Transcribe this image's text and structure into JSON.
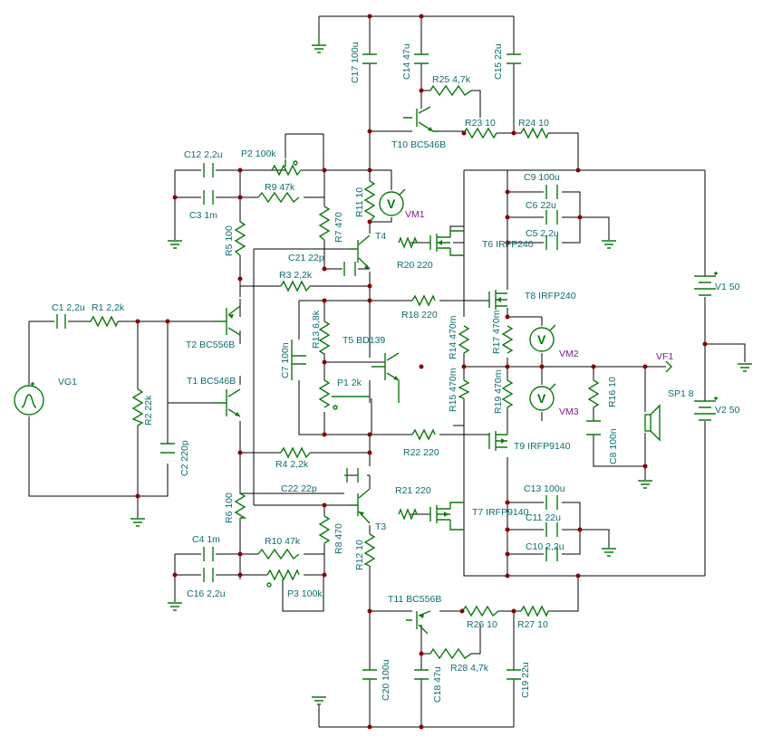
{
  "labels": {
    "C17": "C17 100u",
    "C14": "C14 47u",
    "C15": "C15 22u",
    "R25": "R25 4,7k",
    "R23": "R23 10",
    "R24": "R24 10",
    "T10": "T10 BC546B",
    "C12": "C12 2,2u",
    "P2": "P2 100k",
    "R9": "R9 47k",
    "C3": "C3 1m",
    "R11": "R11 10",
    "VM1": "VM1",
    "R5": "R5 100",
    "R7": "R7 470",
    "T4": "T4",
    "C21": "C21 22p",
    "R3": "R3 2,2k",
    "R20": "R20 220",
    "C9": "C9 100u",
    "C6": "C6 22u",
    "C5": "C5 2,2u",
    "T6": "T6 IRFP240",
    "T8": "T8 IRFP240",
    "V1": "V1 50",
    "C1": "C1 2,2u",
    "R1": "R1 2,2k",
    "VG1": "VG1",
    "T2": "T2 BC556B",
    "R13": "R13 6,8k",
    "C7": "C7 100n",
    "T5": "T5 BD139",
    "R18": "R18 220",
    "R14": "R14 470m",
    "R17": "R17 470m",
    "VM2": "VM2",
    "VF1": "VF1",
    "T1": "T1 BC546B",
    "R2": "R2 22k",
    "C2": "C2 220p",
    "P1": "P1 2k",
    "R15": "R15 470m",
    "R19": "R19 470m",
    "VM3": "VM3",
    "R16": "R16 10",
    "SP1": "SP1 8",
    "V2": "V2 50",
    "C8": "C8 100n",
    "R4": "R4 2,2k",
    "R22": "R22 220",
    "T9": "T9 IRFP9140",
    "R6": "R6 100",
    "C22": "C22 22p",
    "R21": "R21 220",
    "T7": "T7 IRFP9140",
    "C13": "C13 100u",
    "C11": "C11 22u",
    "C10": "C10 2,2u",
    "T3": "T3",
    "R8": "R8 470",
    "C4": "C4 1m",
    "R10": "R10 47k",
    "R12": "R12 10",
    "C16": "C16 2,2u",
    "P3": "P3 100k",
    "T11": "T11 BC556B",
    "R26": "R26 10",
    "R27": "R27 10",
    "R28": "R28 4,7k",
    "C20": "C20 100u",
    "C18": "C18 47u",
    "C19": "C19 22u"
  },
  "meter_symbol": "V",
  "colors": {
    "wire": "#000000",
    "component": "#0a7a0a",
    "label": "#0a6e73",
    "instrument": "#7a1b8e",
    "junction": "#8b0000"
  }
}
